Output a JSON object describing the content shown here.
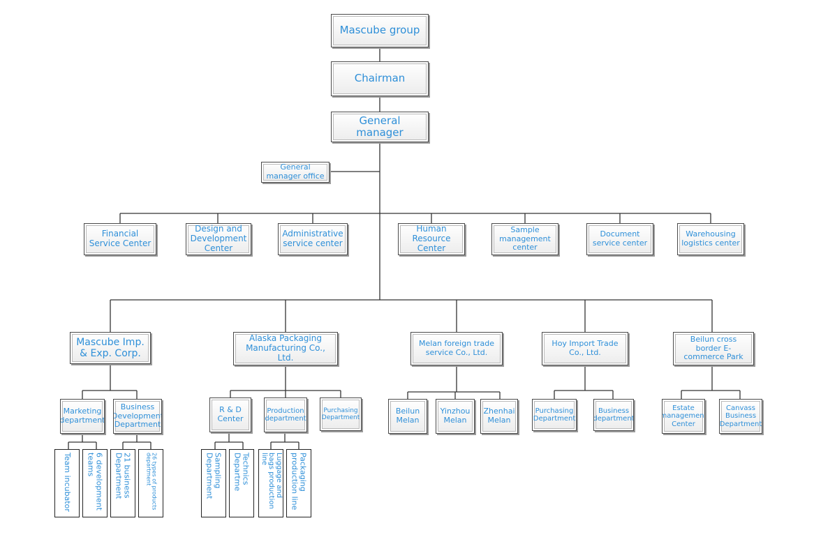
{
  "chart": {
    "root": "Mascube group",
    "chairman": "Chairman",
    "general_manager": "General manager",
    "gm_office": "General manager office",
    "service_centers": [
      "Financial Service Center",
      "Design and Development Center",
      "Administrative service center",
      "Human Resource Center",
      "Sample management center",
      "Document service center",
      "Warehousing logistics center"
    ],
    "companies": [
      {
        "name": "Mascube Imp. & Exp. Corp.",
        "departments": [
          {
            "name": "Marketing department",
            "units": [
              "Team incubator",
              "6 development teams"
            ]
          },
          {
            "name": "Business Development Department",
            "units": [
              "21 business Department",
              "26 types of products department"
            ]
          }
        ]
      },
      {
        "name": "Alaska Packaging Manufacturing Co., Ltd.",
        "departments": [
          {
            "name": "R & D Center",
            "units": [
              "Sampling Department",
              "Technics Departme"
            ]
          },
          {
            "name": "Production department",
            "units": [
              "Luggage and bags production line",
              "Packaging production line"
            ]
          },
          {
            "name": "Purchasing Department",
            "units": []
          }
        ]
      },
      {
        "name": "Melan foreign trade service Co., Ltd.",
        "departments": [
          {
            "name": "Beilun Melan",
            "units": []
          },
          {
            "name": "Yinzhou Melan",
            "units": []
          },
          {
            "name": "Zhenhai Melan",
            "units": []
          }
        ]
      },
      {
        "name": "Hoy Import Trade Co., Ltd.",
        "departments": [
          {
            "name": "Purchasing Department",
            "units": []
          },
          {
            "name": "Business department",
            "units": []
          }
        ]
      },
      {
        "name": "Beilun cross border E-commerce Park",
        "departments": [
          {
            "name": "Estate management Center",
            "units": []
          },
          {
            "name": "Canvass Business Department",
            "units": []
          }
        ]
      }
    ]
  }
}
